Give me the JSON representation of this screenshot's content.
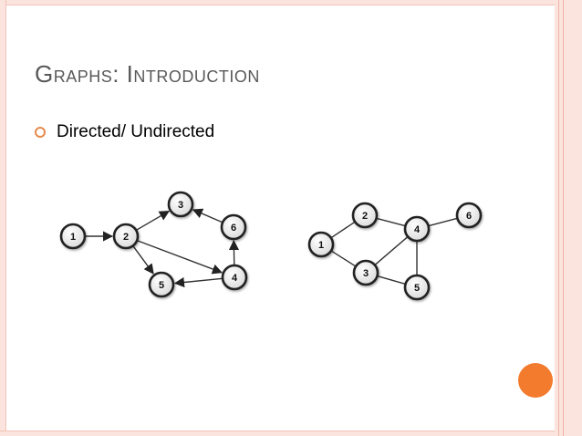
{
  "slide": {
    "title": "Graphs: Introduction",
    "bullet": "Directed/ Undirected"
  },
  "colors": {
    "frame": "#fbe4de",
    "accent": "#f37b2d",
    "bullet": "#e68a4a",
    "title": "#595959"
  },
  "directed_graph": {
    "nodes": [
      "1",
      "2",
      "3",
      "4",
      "5",
      "6"
    ],
    "edges": [
      [
        "1",
        "2"
      ],
      [
        "2",
        "3"
      ],
      [
        "2",
        "5"
      ],
      [
        "2",
        "4"
      ],
      [
        "4",
        "5"
      ],
      [
        "4",
        "6"
      ],
      [
        "6",
        "3"
      ]
    ]
  },
  "undirected_graph": {
    "nodes": [
      "1",
      "2",
      "3",
      "4",
      "5",
      "6"
    ],
    "edges": [
      [
        "1",
        "2"
      ],
      [
        "1",
        "3"
      ],
      [
        "2",
        "4"
      ],
      [
        "3",
        "4"
      ],
      [
        "3",
        "5"
      ],
      [
        "4",
        "5"
      ],
      [
        "4",
        "6"
      ]
    ]
  }
}
